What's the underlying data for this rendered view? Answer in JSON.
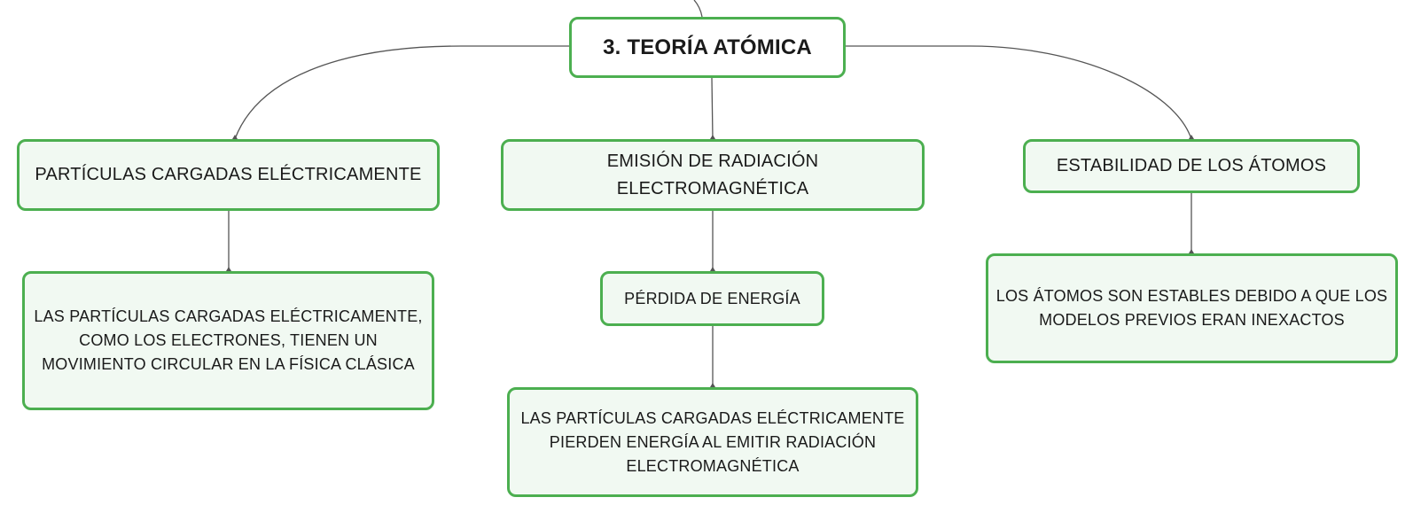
{
  "diagram": {
    "root": {
      "label": "3. TEORÍA ATÓMICA"
    },
    "branches": [
      {
        "label": "PARTÍCULAS CARGADAS ELÉCTRICAMENTE",
        "children": [
          {
            "label": "LAS PARTÍCULAS CARGADAS ELÉCTRICAMENTE,\nCOMO LOS ELECTRONES, TIENEN UN\nMOVIMIENTO CIRCULAR EN LA FÍSICA CLÁSICA"
          }
        ]
      },
      {
        "label": "EMISIÓN DE RADIACIÓN\nELECTROMAGNÉTICA",
        "children": [
          {
            "label": "PÉRDIDA DE ENERGÍA"
          },
          {
            "label": "LAS PARTÍCULAS CARGADAS ELÉCTRICAMENTE\nPIERDEN ENERGÍA AL EMITIR RADIACIÓN\nELECTROMAGNÉTICA"
          }
        ]
      },
      {
        "label": "ESTABILIDAD DE LOS ÁTOMOS",
        "children": [
          {
            "label": "LOS ÁTOMOS SON ESTABLES DEBIDO A QUE LOS\nMODELOS PREVIOS ERAN INEXACTOS"
          }
        ]
      }
    ]
  },
  "colors": {
    "node_border": "#4caf50",
    "node_fill": "#f1f9f2",
    "root_fill": "#ffffff",
    "connector": "#555555",
    "text": "#1a1a1a"
  }
}
